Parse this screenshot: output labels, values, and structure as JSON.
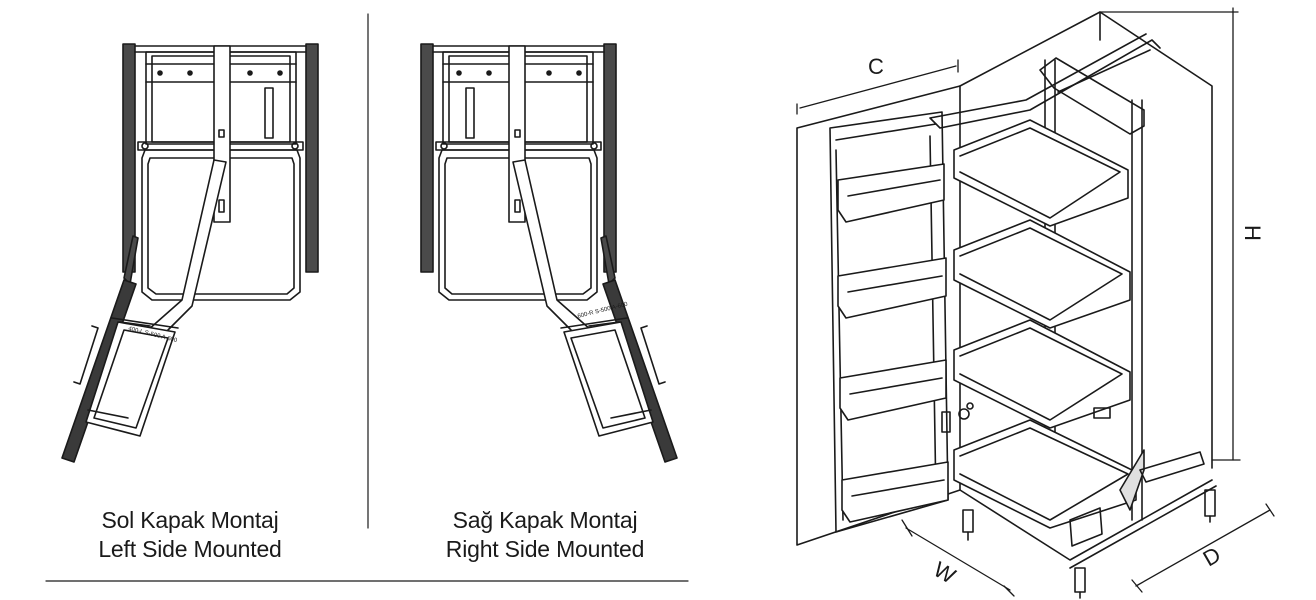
{
  "captions": {
    "left": {
      "line1": "Sol Kapak Montaj",
      "line2": "Left Side Mounted"
    },
    "right": {
      "line1": "Sağ Kapak Montaj",
      "line2": "Right Side Mounted"
    }
  },
  "dimensions": {
    "c": "C",
    "h": "H",
    "w": "W",
    "d": "D"
  },
  "part_labels": {
    "left": [
      "400-L",
      "S-500",
      "A-600"
    ],
    "right": [
      "600-R",
      "S-500",
      "A-600"
    ]
  },
  "colors": {
    "line": "#1a1a1a",
    "panel": "#3a3a3a",
    "background": "#ffffff"
  }
}
